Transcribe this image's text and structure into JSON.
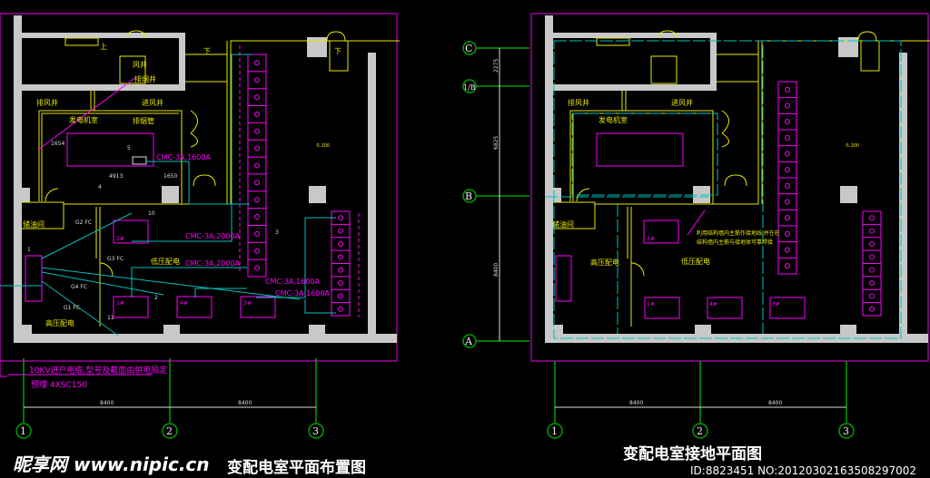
{
  "left_plan": {
    "title": "变配电室平面布置图",
    "cable_note": "10KV进户电缆,型号及截面由供电局定",
    "cable_spec": "预埋 4XSC150",
    "rooms": {
      "exhaust_shaft": "排风井",
      "intake_shaft": "进风井",
      "generator_room": "发电机室",
      "smoke_pipe": "排烟管",
      "oil_room": "储油间",
      "hv_room": "高压配电",
      "lv_room": "低压配电",
      "air_shaft": "风井",
      "smoke_shaft": "排烟井"
    },
    "stairs": {
      "up": "上",
      "down1": "下",
      "down2": "下"
    },
    "busways": [
      "CMC-3A,1600A",
      "CMC-3A,2000A",
      "CMC-3A,2000A",
      "CMC-3A,1600A",
      "CMC-3A,1600A"
    ],
    "feeders": [
      "G2 FC",
      "G3 FC",
      "G4 FC",
      "G1 FC"
    ],
    "dims": {
      "gen_w": "4913",
      "gen_gap": "1650",
      "gen_h": "1654"
    },
    "tags": {
      "n1": "1",
      "n2": "2",
      "n3": "3",
      "n4": "4",
      "n5": "5",
      "n10": "10",
      "n11": "11",
      "t2": "2#",
      "t1": "1#",
      "t4": "4#",
      "t3": "3#"
    },
    "elevation": "-5.200",
    "axis_dims": [
      "8400",
      "8400"
    ],
    "axes": [
      "1",
      "2",
      "3"
    ]
  },
  "right_plan": {
    "title": "变配电室接地平面图",
    "rooms": {
      "exhaust_shaft": "排风井",
      "intake_shaft": "进风井",
      "generator_room": "发电机室",
      "oil_room": "储油间",
      "hv_room": "高压配电",
      "lv_room": "低压配电"
    },
    "note_line1": "利用结构墙内主筋作接地线,并在柱",
    "note_line2": "结构墙内主筋与接地体可靠焊接",
    "tags": {
      "t2": "2#",
      "t1": "1#",
      "t4": "4#",
      "t3": "3#"
    },
    "elevation": "-5.200",
    "row_axes": [
      "C",
      "1/B",
      "B",
      "A"
    ],
    "row_dims": [
      "2275",
      "6825",
      "8400"
    ],
    "axis_dims": [
      "8400",
      "8400"
    ],
    "axes": [
      "1",
      "2",
      "3"
    ]
  },
  "watermark": {
    "site": "昵享网 www.nipic.cn",
    "id": "ID:8823451 NO:20120302163508297002"
  },
  "colors": {
    "background": "#000000",
    "wall": "#c8c8c8",
    "frame": "#a000a0",
    "equipment": "#ff00ff",
    "architecture": "#e8e800",
    "cable": "#00c0c0",
    "axis": "#00a000"
  }
}
